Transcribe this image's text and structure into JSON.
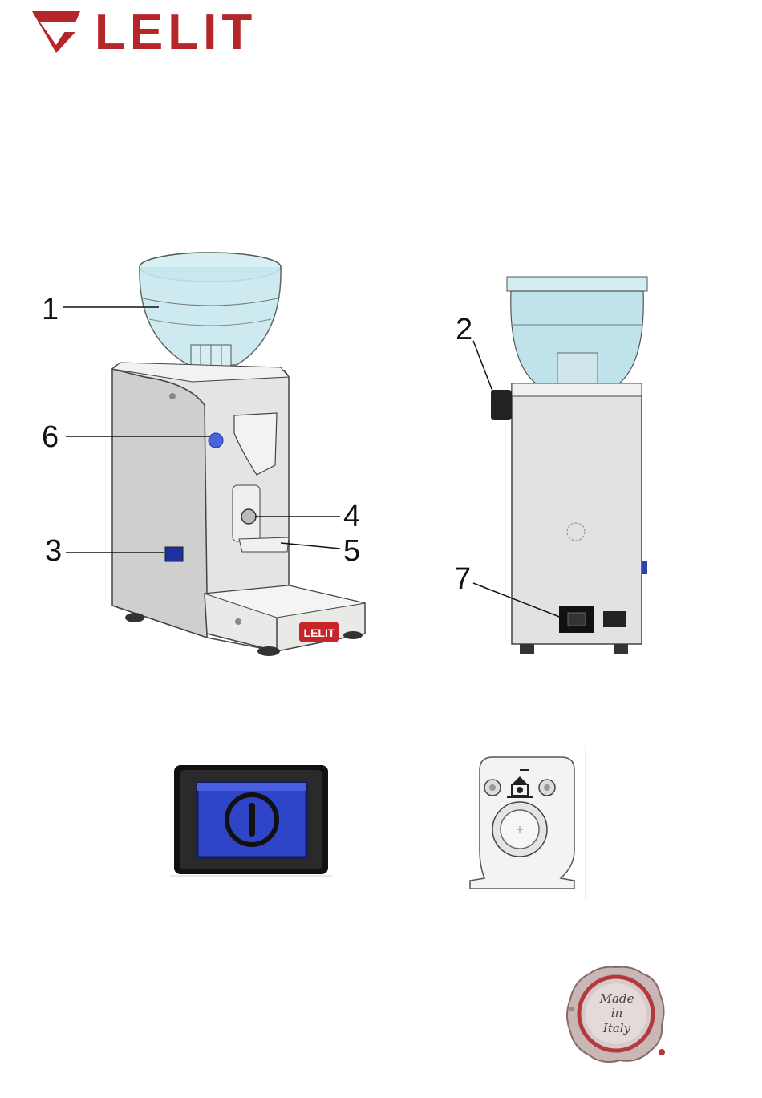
{
  "brand": {
    "name": "LELIT",
    "color": "#b5262b"
  },
  "callouts": {
    "c1": "1",
    "c2": "2",
    "c3": "3",
    "c4": "4",
    "c5": "5",
    "c6": "6",
    "c7": "7"
  },
  "machine_badge": "LELIT",
  "seal": {
    "text": "Made in Italy",
    "line1": "Made",
    "line2": "in",
    "line3": "Italy"
  },
  "icons": {
    "logo": "lelit-logo-icon",
    "power": "power-switch-icon",
    "grind": "grind-adjust-icon",
    "seal": "made-in-italy-seal-icon"
  },
  "colors": {
    "switch_blue": "#2f45c8",
    "steel": "#d9d9d7",
    "hopper": "#bfe3ea"
  }
}
